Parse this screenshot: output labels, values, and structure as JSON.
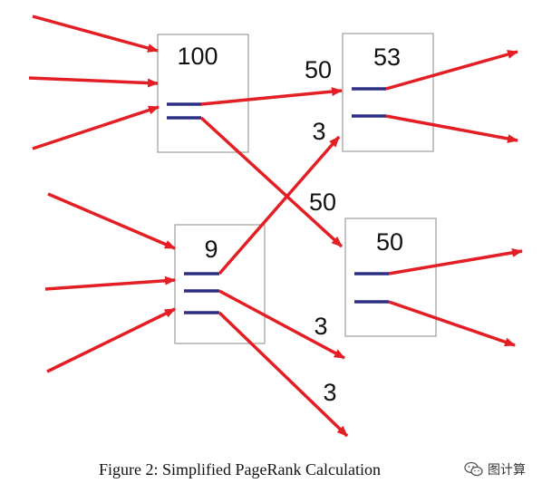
{
  "diagram": {
    "nodes": [
      {
        "id": "node-a",
        "value": "100"
      },
      {
        "id": "node-b",
        "value": "53"
      },
      {
        "id": "node-c",
        "value": "9"
      },
      {
        "id": "node-d",
        "value": "50"
      }
    ],
    "edge_labels": [
      {
        "id": "a-to-b",
        "text": "50"
      },
      {
        "id": "c-to-b",
        "text": "3"
      },
      {
        "id": "a-to-d",
        "text": "50"
      },
      {
        "id": "c-out-1",
        "text": "3"
      },
      {
        "id": "c-out-2",
        "text": "3"
      }
    ]
  },
  "caption": "Figure 2: Simplified PageRank Calculation",
  "watermark": {
    "icon": "wechat-icon",
    "text": "图计算"
  },
  "colors": {
    "arrow": "#e31e24",
    "link_line": "#2b2e83",
    "box_border": "#888888"
  }
}
